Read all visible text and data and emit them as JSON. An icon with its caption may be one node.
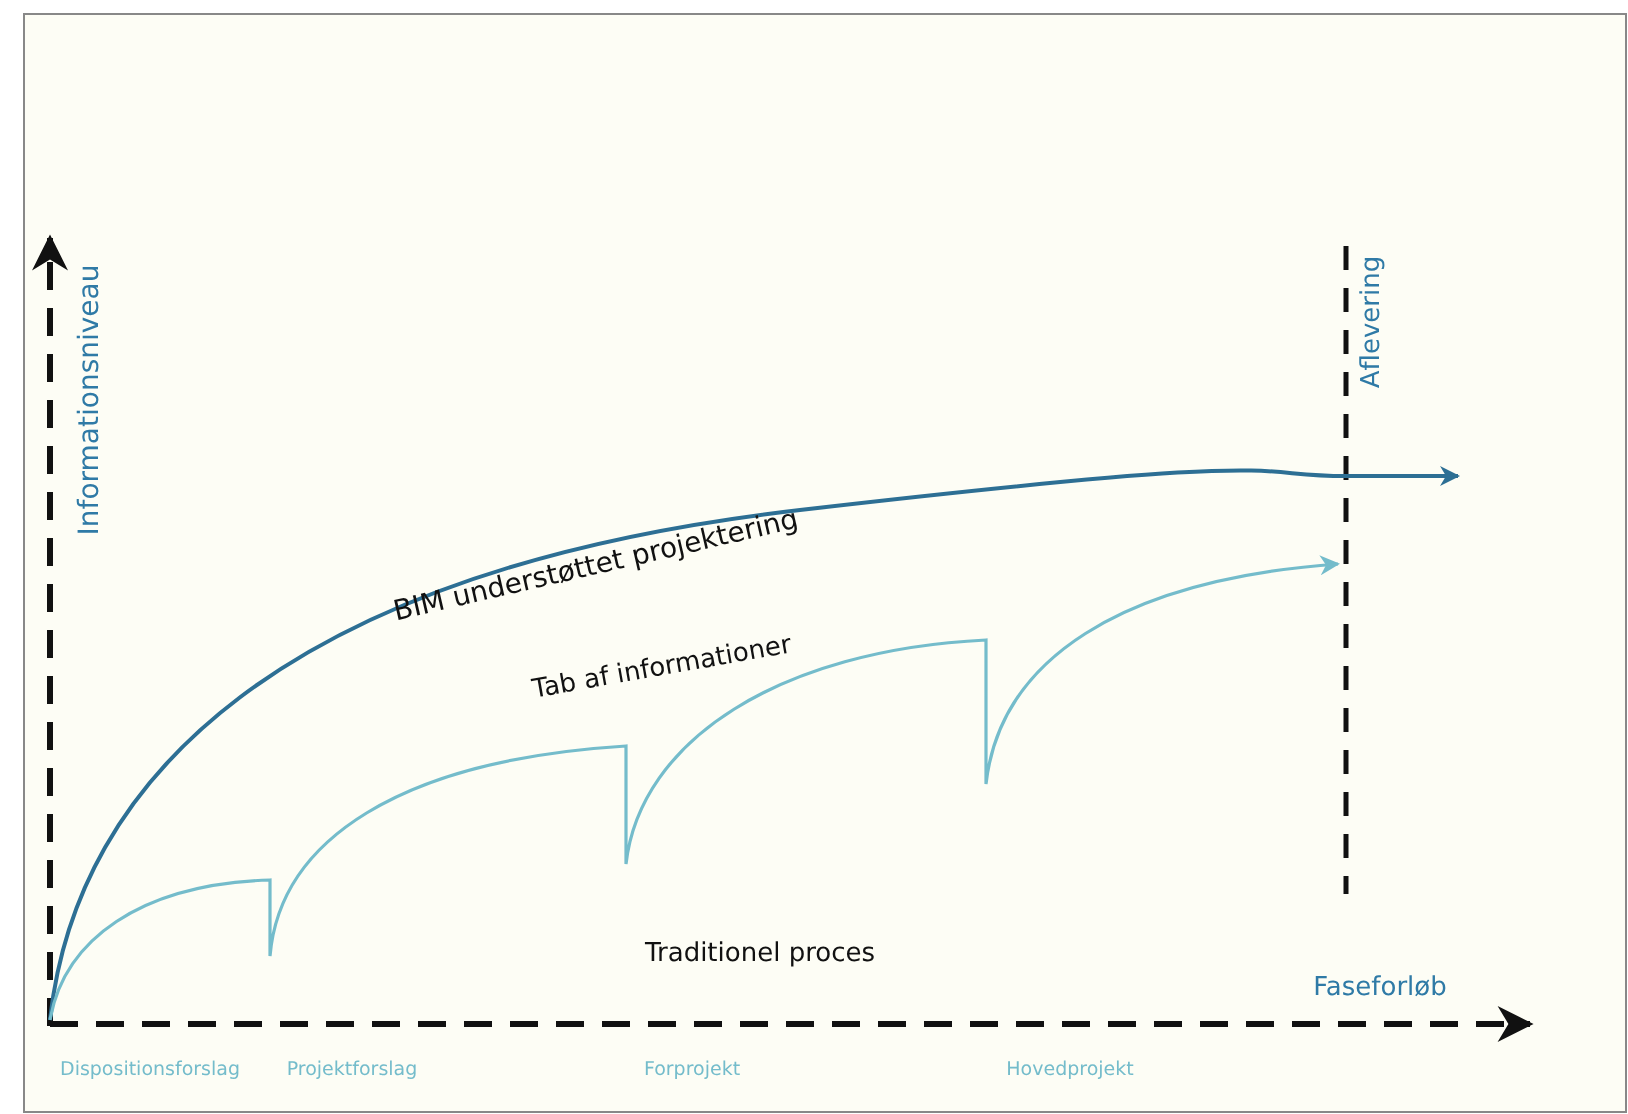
{
  "diagram": {
    "labels": [
      "Informationsniveau",
      "Aflevering",
      "BIM understøttet projektering",
      "Tab af informationer",
      "Traditionel proces",
      "Faseforløb",
      "Dispositionsforslag",
      "Projektforslag",
      "Forprojekt",
      "Hovedprojekt"
    ]
  }
}
